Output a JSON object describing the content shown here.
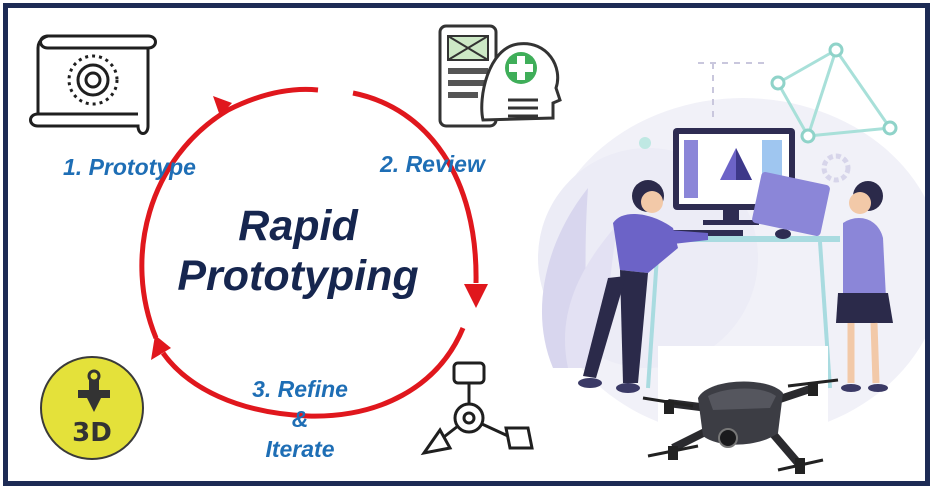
{
  "diagram": {
    "title_line1": "Rapid",
    "title_line2": "Prototyping",
    "steps": [
      {
        "label": "1. Prototype"
      },
      {
        "label": "2. Review"
      },
      {
        "label": "3. Refine"
      }
    ],
    "step3_ampersand": "&",
    "step3_line3": "Iterate",
    "badge_text": "3D"
  },
  "colors": {
    "cycle_arrow": "#e0171d",
    "title": "#16264f",
    "step_labels": "#1e6eb5",
    "frame_border": "#1d2b55",
    "badge_fill": "#e4e13a",
    "illustration_purple": "#6c63c7"
  },
  "icons": [
    "gear-scroll-icon",
    "ui-mockup-head-icon",
    "3d-printer-badge-icon",
    "mechanical-part-sketch-icon",
    "drone-image",
    "designers-illustration"
  ]
}
